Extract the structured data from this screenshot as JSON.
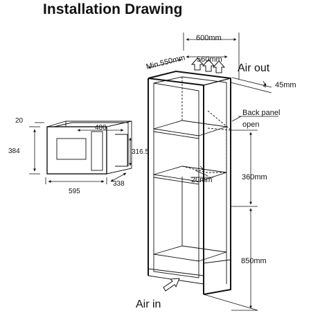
{
  "title": "Installation Drawing",
  "appliance": {
    "width": "595",
    "height": "384",
    "inner_width": "480",
    "inner_height": "316.5",
    "depth": "338",
    "front_offset": "20"
  },
  "cabinet": {
    "depth": "600mm",
    "min_width": "Min.550mm",
    "inner_width": "560mm",
    "gap": "45mm",
    "back_panel_line1": "Back panel",
    "back_panel_line2": "open",
    "vent_gap": "20mm",
    "niche_height": "360mm",
    "base_height": "850mm"
  },
  "airflow": {
    "out_label": "Air out",
    "in_label": "Air in"
  }
}
